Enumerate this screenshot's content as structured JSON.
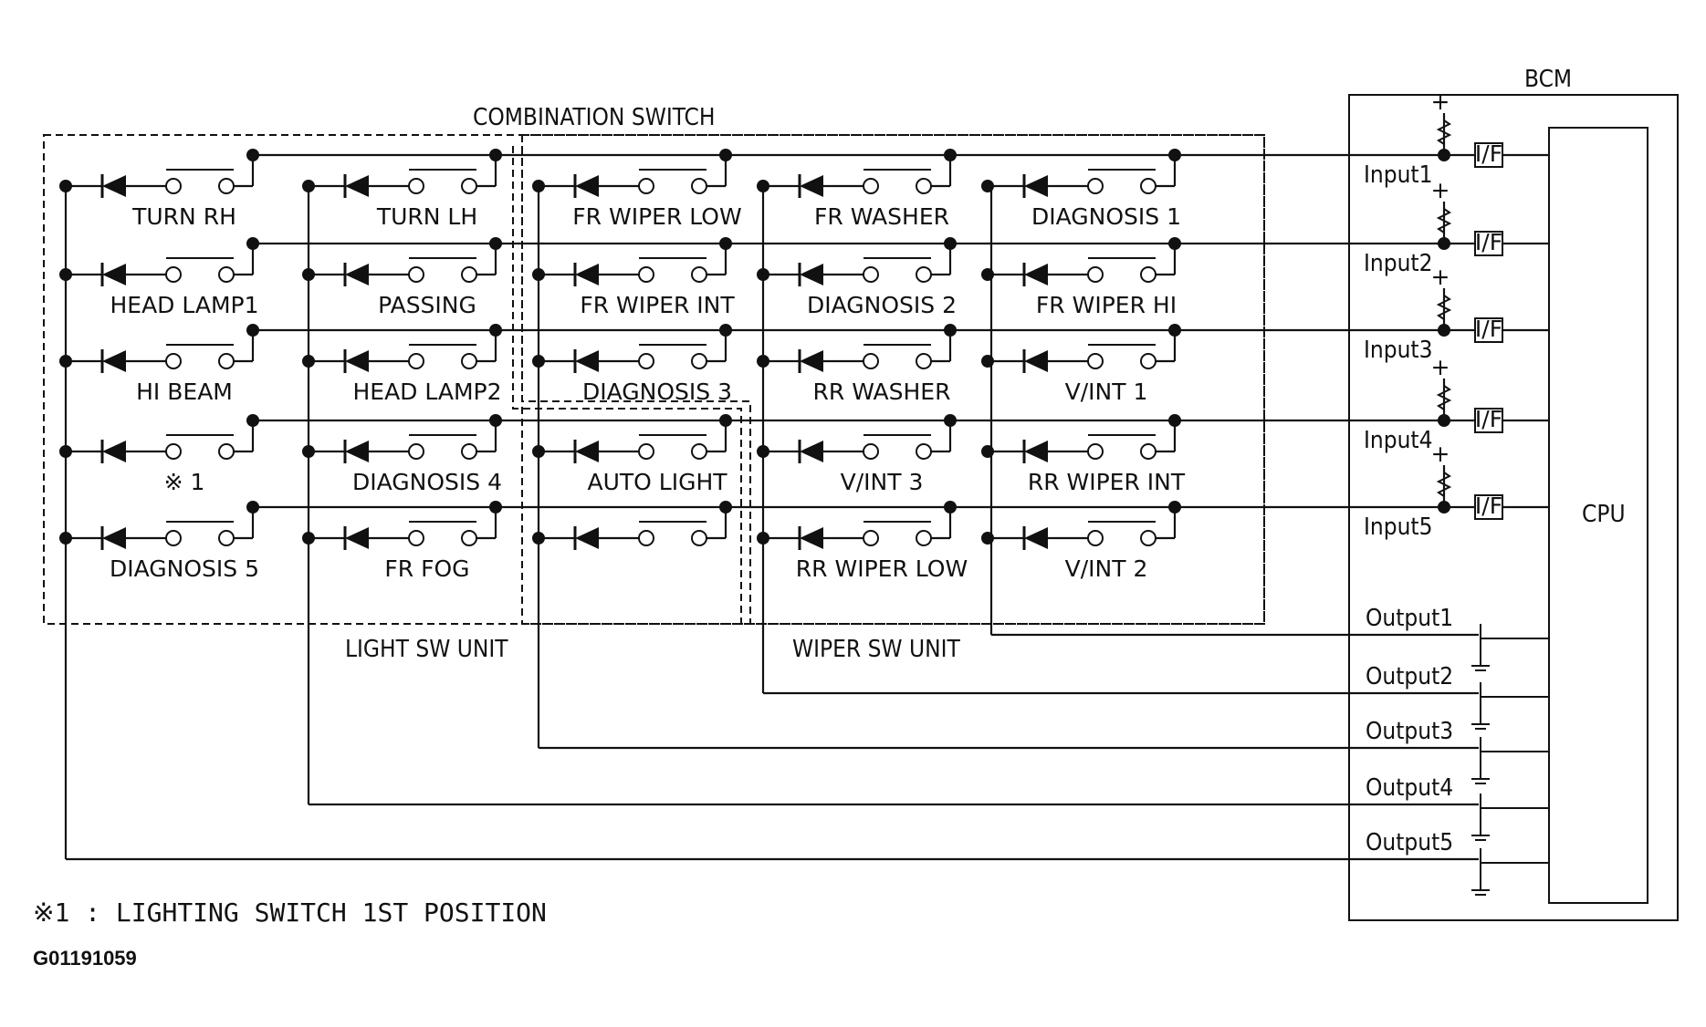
{
  "groups": {
    "combination_switch": "COMBINATION SWITCH",
    "light_sw_unit": "LIGHT SW UNIT",
    "wiper_sw_unit": "WIPER SW UNIT",
    "bcm": "BCM",
    "cpu": "CPU"
  },
  "interface_label": "I/F",
  "switches": [
    [
      "TURN RH",
      "TURN LH",
      "FR WIPER LOW",
      "FR WASHER",
      "DIAGNOSIS 1"
    ],
    [
      "HEAD LAMP1",
      "PASSING",
      "FR WIPER INT",
      "DIAGNOSIS 2",
      "FR WIPER HI"
    ],
    [
      "HI BEAM",
      "HEAD LAMP2",
      "DIAGNOSIS 3",
      "RR WASHER",
      "V/INT 1"
    ],
    [
      "※ 1",
      "DIAGNOSIS 4",
      "AUTO LIGHT",
      "V/INT 3",
      "RR WIPER INT"
    ],
    [
      "DIAGNOSIS 5",
      "FR FOG",
      "",
      "RR WIPER LOW",
      "V/INT 2"
    ]
  ],
  "inputs": [
    "Input1",
    "Input2",
    "Input3",
    "Input4",
    "Input5"
  ],
  "outputs": [
    "Output1",
    "Output2",
    "Output3",
    "Output4",
    "Output5"
  ],
  "footnote": "※1 : LIGHTING SWITCH 1ST POSITION",
  "figure_code": "G01191059"
}
